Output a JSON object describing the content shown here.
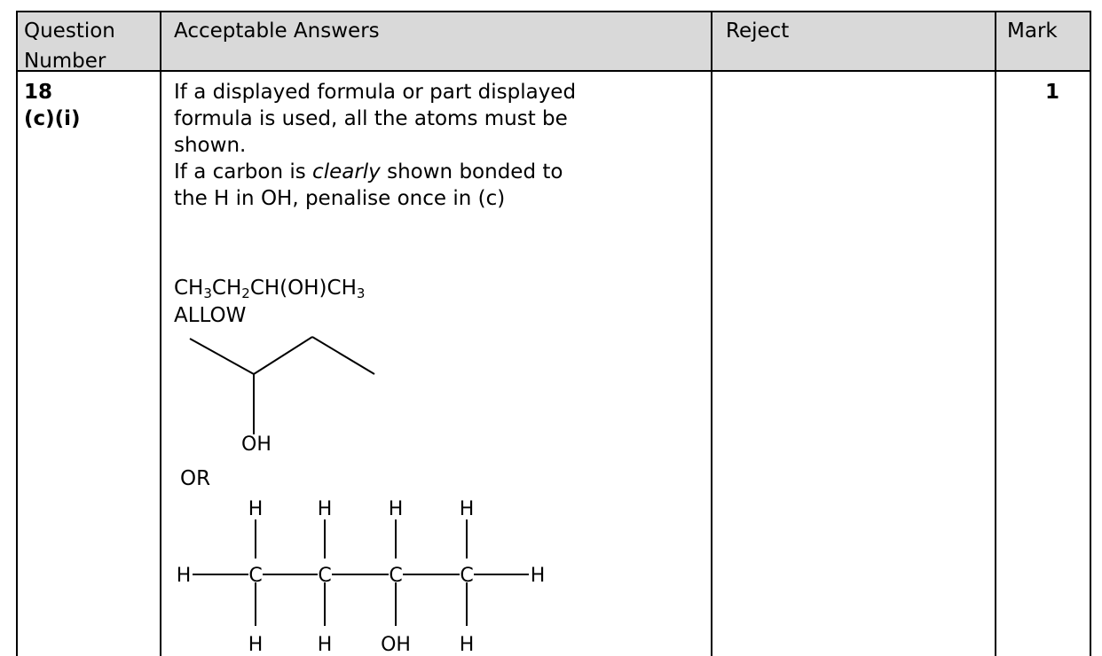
{
  "header": {
    "question_number_line1": "Question",
    "question_number_line2": "Number",
    "acceptable_answers": "Acceptable Answers",
    "reject": "Reject",
    "mark": "Mark"
  },
  "row": {
    "question_number_line1": "18",
    "question_number_line2": "(c)(i)",
    "mark": "1",
    "answer_lines": [
      "If a displayed formula or part displayed",
      "formula is used, all the atoms must be",
      "shown."
    ],
    "line4_pre": "If a carbon is ",
    "line4_italic": "clearly",
    "line4_post": " shown bonded to",
    "line5": "the H in OH, penalise once in (c)",
    "formula": {
      "p1": "CH",
      "s1": "3",
      "p2": "CH",
      "s2": "2",
      "p3": "CH(OH)CH",
      "s3": "3"
    },
    "allow": "ALLOW",
    "skeletal_oh": "OH",
    "or": "OR",
    "displayed": {
      "top_h": [
        "H",
        "H",
        "H",
        "H"
      ],
      "left_h": "H",
      "carbons": [
        "C",
        "C",
        "C",
        "C"
      ],
      "right_h": "H",
      "bottom": [
        "H",
        "H",
        "OH",
        "H"
      ]
    }
  }
}
